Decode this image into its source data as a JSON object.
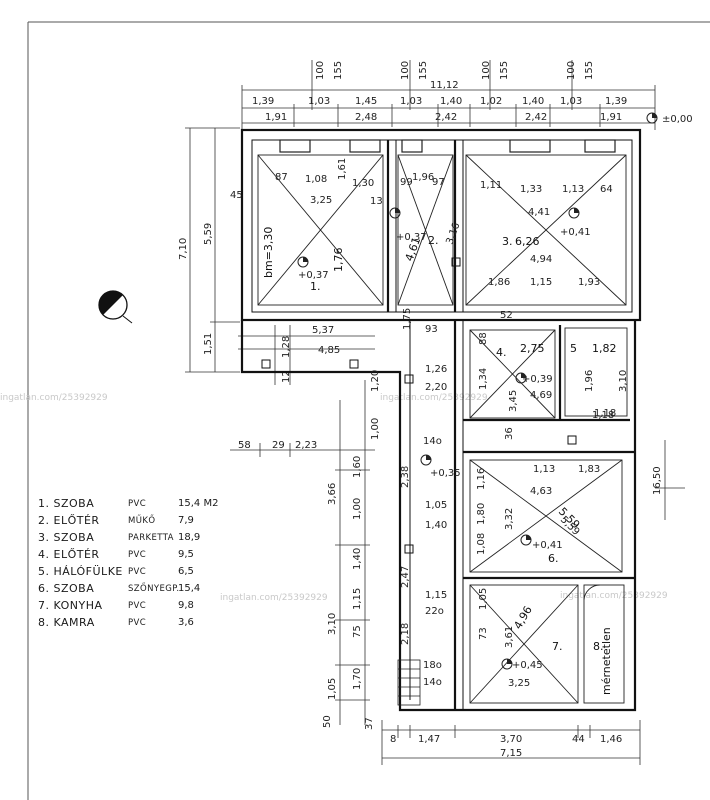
{
  "legend": [
    {
      "name": "1. SZOBA",
      "material": "PVC",
      "area": "15,4 M2"
    },
    {
      "name": "2. ELŐTÉR",
      "material": "MŰKŐ",
      "area": "7,9"
    },
    {
      "name": "3. SZOBA",
      "material": "PARKETTA",
      "area": "18,9"
    },
    {
      "name": "4. ELŐTÉR",
      "material": "PVC",
      "area": "9,5"
    },
    {
      "name": "5. HÁLÓFÜLKE",
      "material": "PVC",
      "area": "6,5"
    },
    {
      "name": "6. SZOBA",
      "material": "SZŐNYEGP.",
      "area": "15,4"
    },
    {
      "name": "7. KONYHA",
      "material": "PVC",
      "area": "9,8"
    },
    {
      "name": "8. KAMRA",
      "material": "PVC",
      "area": "3,6"
    }
  ],
  "rooms": [
    {
      "num": "1.",
      "area": "1,76",
      "height": "bm=3,30"
    },
    {
      "num": "2.",
      "area": "4,61"
    },
    {
      "num": "3.",
      "area": "6,26"
    },
    {
      "num": "4.",
      "area": "2,75"
    },
    {
      "num": "5",
      "area": "1,82"
    },
    {
      "num": "6.",
      "area": "5,59"
    },
    {
      "num": "7.",
      "area": "4,96"
    },
    {
      "num": "8.",
      "label": "mérnetetlen"
    }
  ],
  "levels": {
    "zero": "±0,00",
    "r1": "+0,37",
    "r2": "+0,37",
    "r3": "+0,41",
    "r4": "+0,39",
    "r5": "+0,35",
    "r6": "+0,41",
    "r7": "+0,45"
  },
  "top_dims": {
    "overall": "11,12",
    "row1": [
      "1,39",
      "1,03",
      "1,45",
      "1,03",
      "1,40",
      "1,02",
      "1,40",
      "1,03",
      "1,39"
    ],
    "row2": [
      "1,91",
      "2,48",
      "2,42",
      "2,42",
      "1,91"
    ],
    "vertical": [
      "100",
      "155",
      "100",
      "155",
      "100",
      "155",
      "100",
      "155"
    ]
  },
  "left_dims": {
    "v1": "7,10",
    "v2": "5,59",
    "v3": "1,51",
    "h1": "5,37",
    "h2": "4,85",
    "h3": "1,28",
    "h4": "12",
    "l1": "58",
    "l2": "29",
    "l3": "2,23",
    "l4": "45"
  },
  "bottom_dims": {
    "overall": "7,15",
    "parts": [
      "8",
      "1,47",
      "3,70",
      "44",
      "1,46"
    ],
    "s1": "37",
    "s2": "50"
  },
  "mid_dims": [
    "3,66",
    "3,10",
    "16,50",
    "1,60",
    "1,00",
    "1,40",
    "1,15",
    "75",
    "1,70",
    "1,05",
    "2,38",
    "2,47",
    "2,18",
    "1,15",
    "22o",
    "14o",
    "18o",
    "14o",
    "1,05",
    "1,40",
    "2,20",
    "1,26",
    "1,20",
    "1,00",
    "1,75",
    "93",
    "1,96",
    "97",
    "99",
    "1,11",
    "1,33",
    "1,13",
    "64",
    "4,41",
    "4,94",
    "1,86",
    "1,15",
    "1,93",
    "1,18",
    "3,25",
    "1,61",
    "1,30",
    "87",
    "1,08",
    "13",
    "3,16",
    "1,13",
    "1,83",
    "4,63",
    "5,59",
    "1,08",
    "3,32",
    "1,80",
    "1,16",
    "73",
    "1,05",
    "3,61",
    "3,25",
    "88",
    "4,69",
    "52",
    "1,18",
    "3,45",
    "1,34",
    "1,96",
    "3,10",
    "36"
  ],
  "watermarks": [
    "ingatlan.com/25392929",
    "ingatlan.com/25392929",
    "ingatlan.com/25392929",
    "ingatlan.com/25392929"
  ],
  "icons": {
    "north": "compass-half-disc-icon",
    "level": "level-marker-icon"
  }
}
